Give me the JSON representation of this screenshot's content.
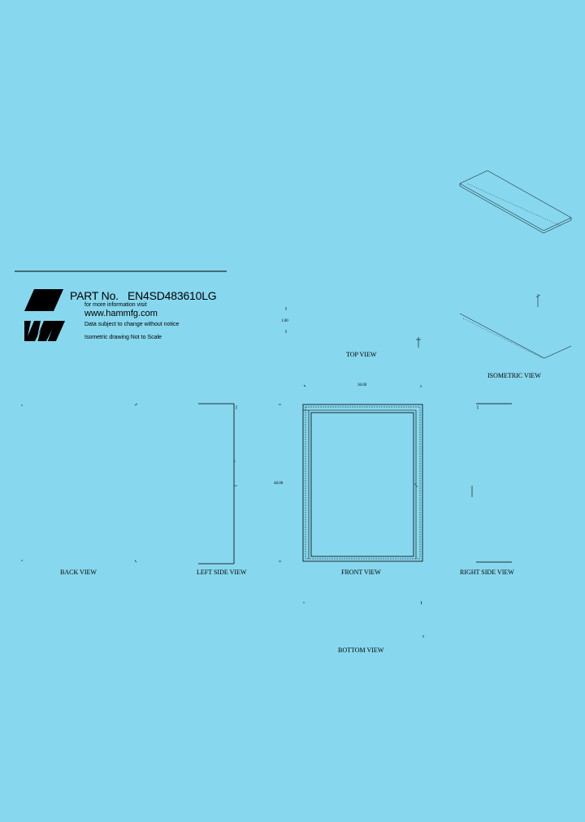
{
  "title_block": {
    "part_label": "PART No.",
    "part_number": "EN4SD483610LG",
    "info_line": "for more information visit",
    "website": "www.hammfg.com",
    "notice": "Data subject to change without notice",
    "scale_note": "Isometric drawing Not to Scale"
  },
  "views": {
    "top": "TOP VIEW",
    "isometric": "ISOMETRIC VIEW",
    "back": "BACK VIEW",
    "left_side": "LEFT SIDE VIEW",
    "front": "FRONT VIEW",
    "right_side": "RIGHT SIDE VIEW",
    "bottom": "BOTTOM VIEW"
  },
  "dimensions": {
    "top_depth": "1.00",
    "front_width": "36.00",
    "front_height": "48.00"
  },
  "colors": {
    "background": "#87d7ee",
    "line": "#000000"
  }
}
